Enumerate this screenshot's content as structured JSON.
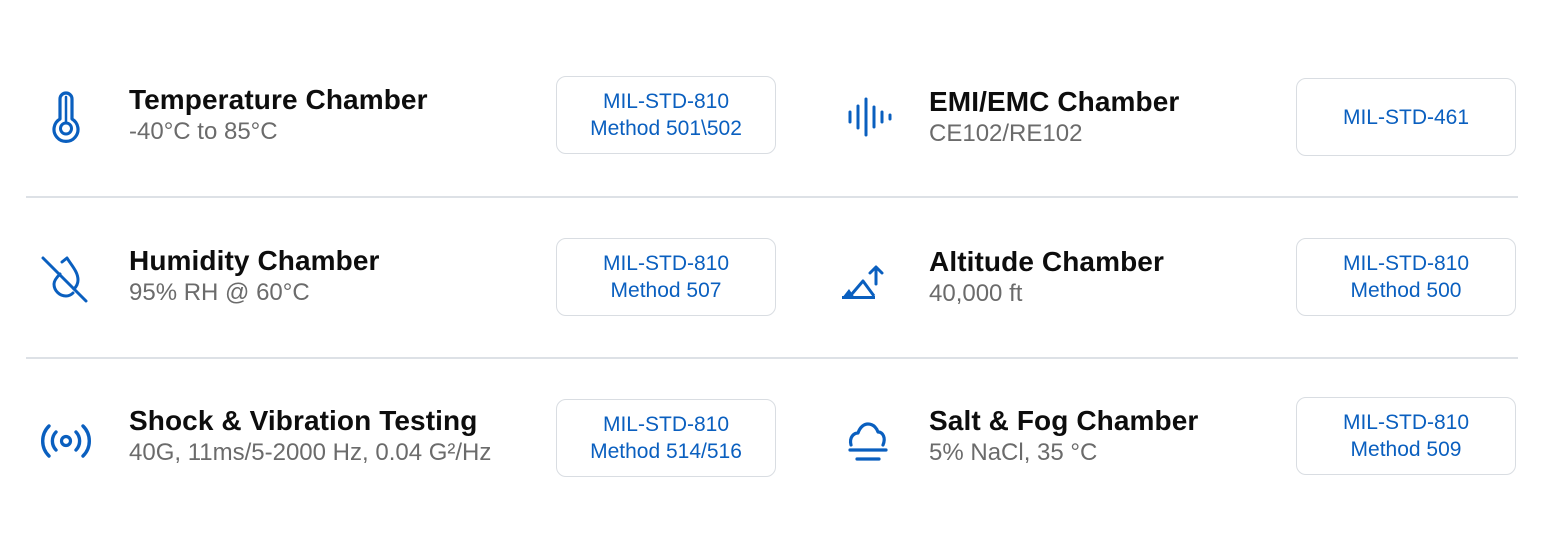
{
  "accent_color": "#0a5fbf",
  "rows": [
    {
      "left": {
        "icon": "thermometer-icon",
        "title": "Temperature Chamber",
        "subtitle": "-40°C to 85°C",
        "badge_line1": "MIL-STD-810",
        "badge_line2": "Method 501\\502"
      },
      "right": {
        "icon": "sound-wave-icon",
        "title": "EMI/EMC Chamber",
        "subtitle": "CE102/RE102",
        "badge_line1": "MIL-STD-461",
        "badge_line2": ""
      }
    },
    {
      "left": {
        "icon": "water-drop-off-icon",
        "title": "Humidity Chamber",
        "subtitle": "95% RH @ 60°C",
        "badge_line1": "MIL-STD-810",
        "badge_line2": "Method 507"
      },
      "right": {
        "icon": "mountain-altitude-icon",
        "title": "Altitude Chamber",
        "subtitle": "40,000 ft",
        "badge_line1": "MIL-STD-810",
        "badge_line2": "Method 500"
      }
    },
    {
      "left": {
        "icon": "vibration-broadcast-icon",
        "title": "Shock & Vibration Testing",
        "subtitle": "40G, 11ms/5-2000 Hz, 0.04 G²/Hz",
        "badge_line1": "MIL-STD-810",
        "badge_line2": "Method 514/516"
      },
      "right": {
        "icon": "fog-cloud-icon",
        "title": "Salt & Fog Chamber",
        "subtitle": "5% NaCl, 35 °C",
        "badge_line1": "MIL-STD-810",
        "badge_line2": "Method 509"
      }
    }
  ]
}
